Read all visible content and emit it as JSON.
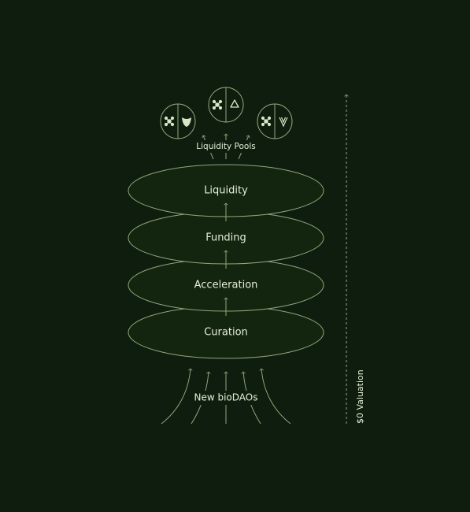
{
  "diagram": {
    "layers": [
      {
        "id": "liquidity",
        "label": "Liquidity"
      },
      {
        "id": "funding",
        "label": "Funding"
      },
      {
        "id": "acceleration",
        "label": "Acceleration"
      },
      {
        "id": "curation",
        "label": "Curation"
      }
    ],
    "pools": {
      "title": "Liquidity Pools",
      "items": [
        {
          "id": "pool-left",
          "left_icon": "molecule-icon",
          "right_icon": "heart-icon"
        },
        {
          "id": "pool-center",
          "left_icon": "molecule-icon",
          "right_icon": "recycle-icon"
        },
        {
          "id": "pool-right",
          "left_icon": "molecule-icon",
          "right_icon": "v-token-icon"
        }
      ]
    },
    "inflow_label": "New bioDAOs",
    "axis_label": "$0 Valuation",
    "colors": {
      "background": "#0f1d0e",
      "stroke": "#8fa77a",
      "text": "#e4efd6",
      "ellipse_fill": "#14250f"
    }
  }
}
